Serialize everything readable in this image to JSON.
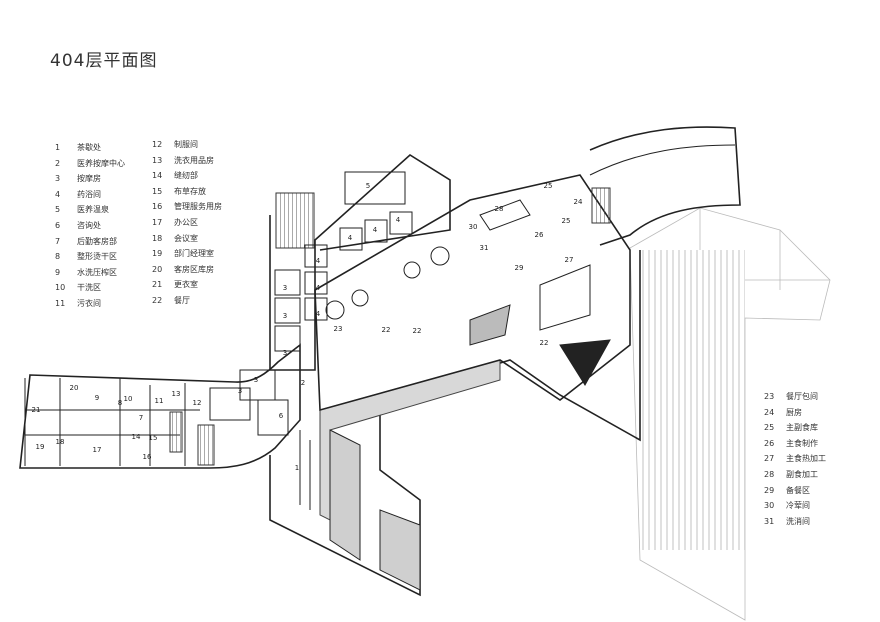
{
  "title": "404层平面图",
  "legend_left": [
    {
      "num": "1",
      "label": "茶歇处"
    },
    {
      "num": "2",
      "label": "医养按摩中心"
    },
    {
      "num": "3",
      "label": "按摩房"
    },
    {
      "num": "4",
      "label": "药浴间"
    },
    {
      "num": "5",
      "label": "医养温泉"
    },
    {
      "num": "6",
      "label": "咨询处"
    },
    {
      "num": "7",
      "label": "后勤客房部"
    },
    {
      "num": "8",
      "label": "整形烫干区"
    },
    {
      "num": "9",
      "label": "水洗压榨区"
    },
    {
      "num": "10",
      "label": "干洗区"
    },
    {
      "num": "11",
      "label": "污衣间"
    }
  ],
  "legend_mid": [
    {
      "num": "12",
      "label": "制服间"
    },
    {
      "num": "13",
      "label": "洗衣用品房"
    },
    {
      "num": "14",
      "label": "缝纫部"
    },
    {
      "num": "15",
      "label": "布草存放"
    },
    {
      "num": "16",
      "label": "管理服务用房"
    },
    {
      "num": "17",
      "label": "办公区"
    },
    {
      "num": "18",
      "label": "会议室"
    },
    {
      "num": "19",
      "label": "部门经理室"
    },
    {
      "num": "20",
      "label": "客房区库房"
    },
    {
      "num": "21",
      "label": "更衣室"
    },
    {
      "num": "22",
      "label": "餐厅"
    }
  ],
  "legend_right": [
    {
      "num": "23",
      "label": "餐厅包间"
    },
    {
      "num": "24",
      "label": "厨房"
    },
    {
      "num": "25",
      "label": "主副食库"
    },
    {
      "num": "26",
      "label": "主食制作"
    },
    {
      "num": "27",
      "label": "主食热加工"
    },
    {
      "num": "28",
      "label": "副食加工"
    },
    {
      "num": "29",
      "label": "备餐区"
    },
    {
      "num": "30",
      "label": "冷荤间"
    },
    {
      "num": "31",
      "label": "洗消间"
    }
  ],
  "room_labels": {
    "r1": "1",
    "r2": "2",
    "r3a": "3",
    "r3b": "3",
    "r3c": "3",
    "r3d": "3",
    "r3e": "3",
    "r4a": "4",
    "r4b": "4",
    "r4c": "4",
    "r4d": "4",
    "r4e": "4",
    "r4f": "4",
    "r5": "5",
    "r6": "6",
    "r7": "7",
    "r8": "8",
    "r9": "9",
    "r10": "10",
    "r11": "11",
    "r12": "12",
    "r13": "13",
    "r14": "14",
    "r15": "15",
    "r16": "16",
    "r17": "17",
    "r18": "18",
    "r19": "19",
    "r20": "20",
    "r21": "21",
    "r22a": "22",
    "r22b": "22",
    "r22c": "22",
    "r23": "23",
    "r24": "24",
    "r25a": "25",
    "r25b": "25",
    "r26": "26",
    "r27": "27",
    "r28": "28",
    "r29": "29",
    "r30": "30",
    "r31": "31"
  }
}
